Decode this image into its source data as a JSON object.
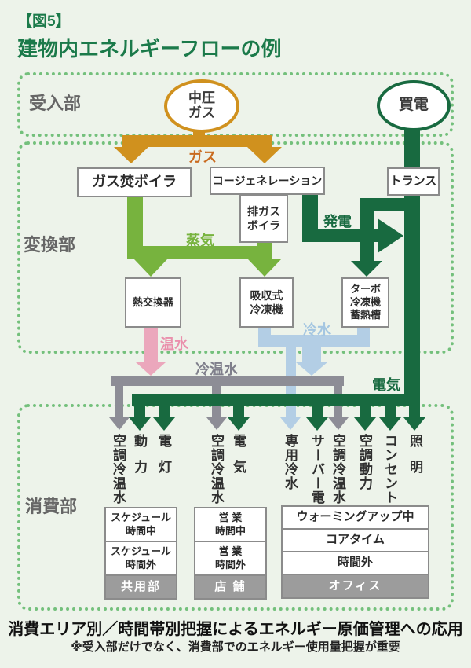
{
  "figure_label": "【図5】",
  "title": "建物内エネルギーフローの例",
  "sections": {
    "intake": "受入部",
    "conversion": "変換部",
    "consumption": "消費部"
  },
  "sources": {
    "medium_pressure_gas": "中圧\nガス",
    "purchased_power": "買電"
  },
  "flows": {
    "gas": "ガス",
    "steam": "蒸気",
    "generation": "発電",
    "hot_water": "温水",
    "cold_water": "冷水",
    "cold_hot_water": "冷温水",
    "electricity": "電気"
  },
  "equipment": {
    "gas_boiler": "ガス焚ボイラ",
    "cogeneration": "コージェネレーション",
    "transformer": "トランス",
    "exhaust_gas_boiler": "排ガス\nボイラ",
    "heat_exchanger": "熱交換器",
    "absorption_chiller": "吸収式\n冷凍機",
    "turbo_chiller_storage": "ターボ\n冷凍機\n蓄熱槽"
  },
  "outlets": [
    {
      "label": "空調冷温水",
      "flow": "cold_hot_water"
    },
    {
      "label": "動力",
      "flow": "electricity"
    },
    {
      "label": "電灯",
      "flow": "electricity"
    },
    {
      "label": "空調冷温水",
      "flow": "cold_hot_water"
    },
    {
      "label": "電気",
      "flow": "electricity"
    },
    {
      "label": "専用冷水",
      "flow": "cold_water"
    },
    {
      "label": "サーバー電力",
      "flow": "electricity"
    },
    {
      "label": "空調冷温水",
      "flow": "cold_hot_water"
    },
    {
      "label": "空調動力",
      "flow": "electricity"
    },
    {
      "label": "コンセント",
      "flow": "electricity"
    },
    {
      "label": "照明",
      "flow": "electricity"
    }
  ],
  "zones": [
    {
      "periods": [
        "スケジュール\n時間中",
        "スケジュール\n時間外"
      ],
      "area": "共用部"
    },
    {
      "periods": [
        "営 業\n時間中",
        "営 業\n時間外"
      ],
      "area": "店 舗"
    },
    {
      "periods": [
        "ウォーミングアップ中",
        "コアタイム",
        "時間外"
      ],
      "area": "オフィス"
    }
  ],
  "footer": {
    "headline": "消費エリア別／時間帯別把握によるエネルギー原価管理への応用",
    "note": "※受入部だけでなく、消費部でのエネルギー使用量把握が重要"
  },
  "colors": {
    "background": "#edf3ea",
    "dotted_border": "#74c07c",
    "title_green": "#1b7a4a",
    "gas_orange": "#d0911e",
    "gas_label_orange": "#c96a1f",
    "steam_green": "#77b33e",
    "power_green": "#186a40",
    "hot_water_pink": "#eba7bc",
    "hot_water_label": "#ea90ac",
    "cold_water_blue": "#b3cee5",
    "cold_water_label": "#a4c6e1",
    "cold_hot_water_gray": "#8d8d96",
    "cold_hot_water_label": "#7f7f8b",
    "section_label_gray": "#666666",
    "box_border_gray": "#8b8b8b",
    "area_footer_gray": "#9c9c9c",
    "text_dark": "#2b2b2b"
  }
}
